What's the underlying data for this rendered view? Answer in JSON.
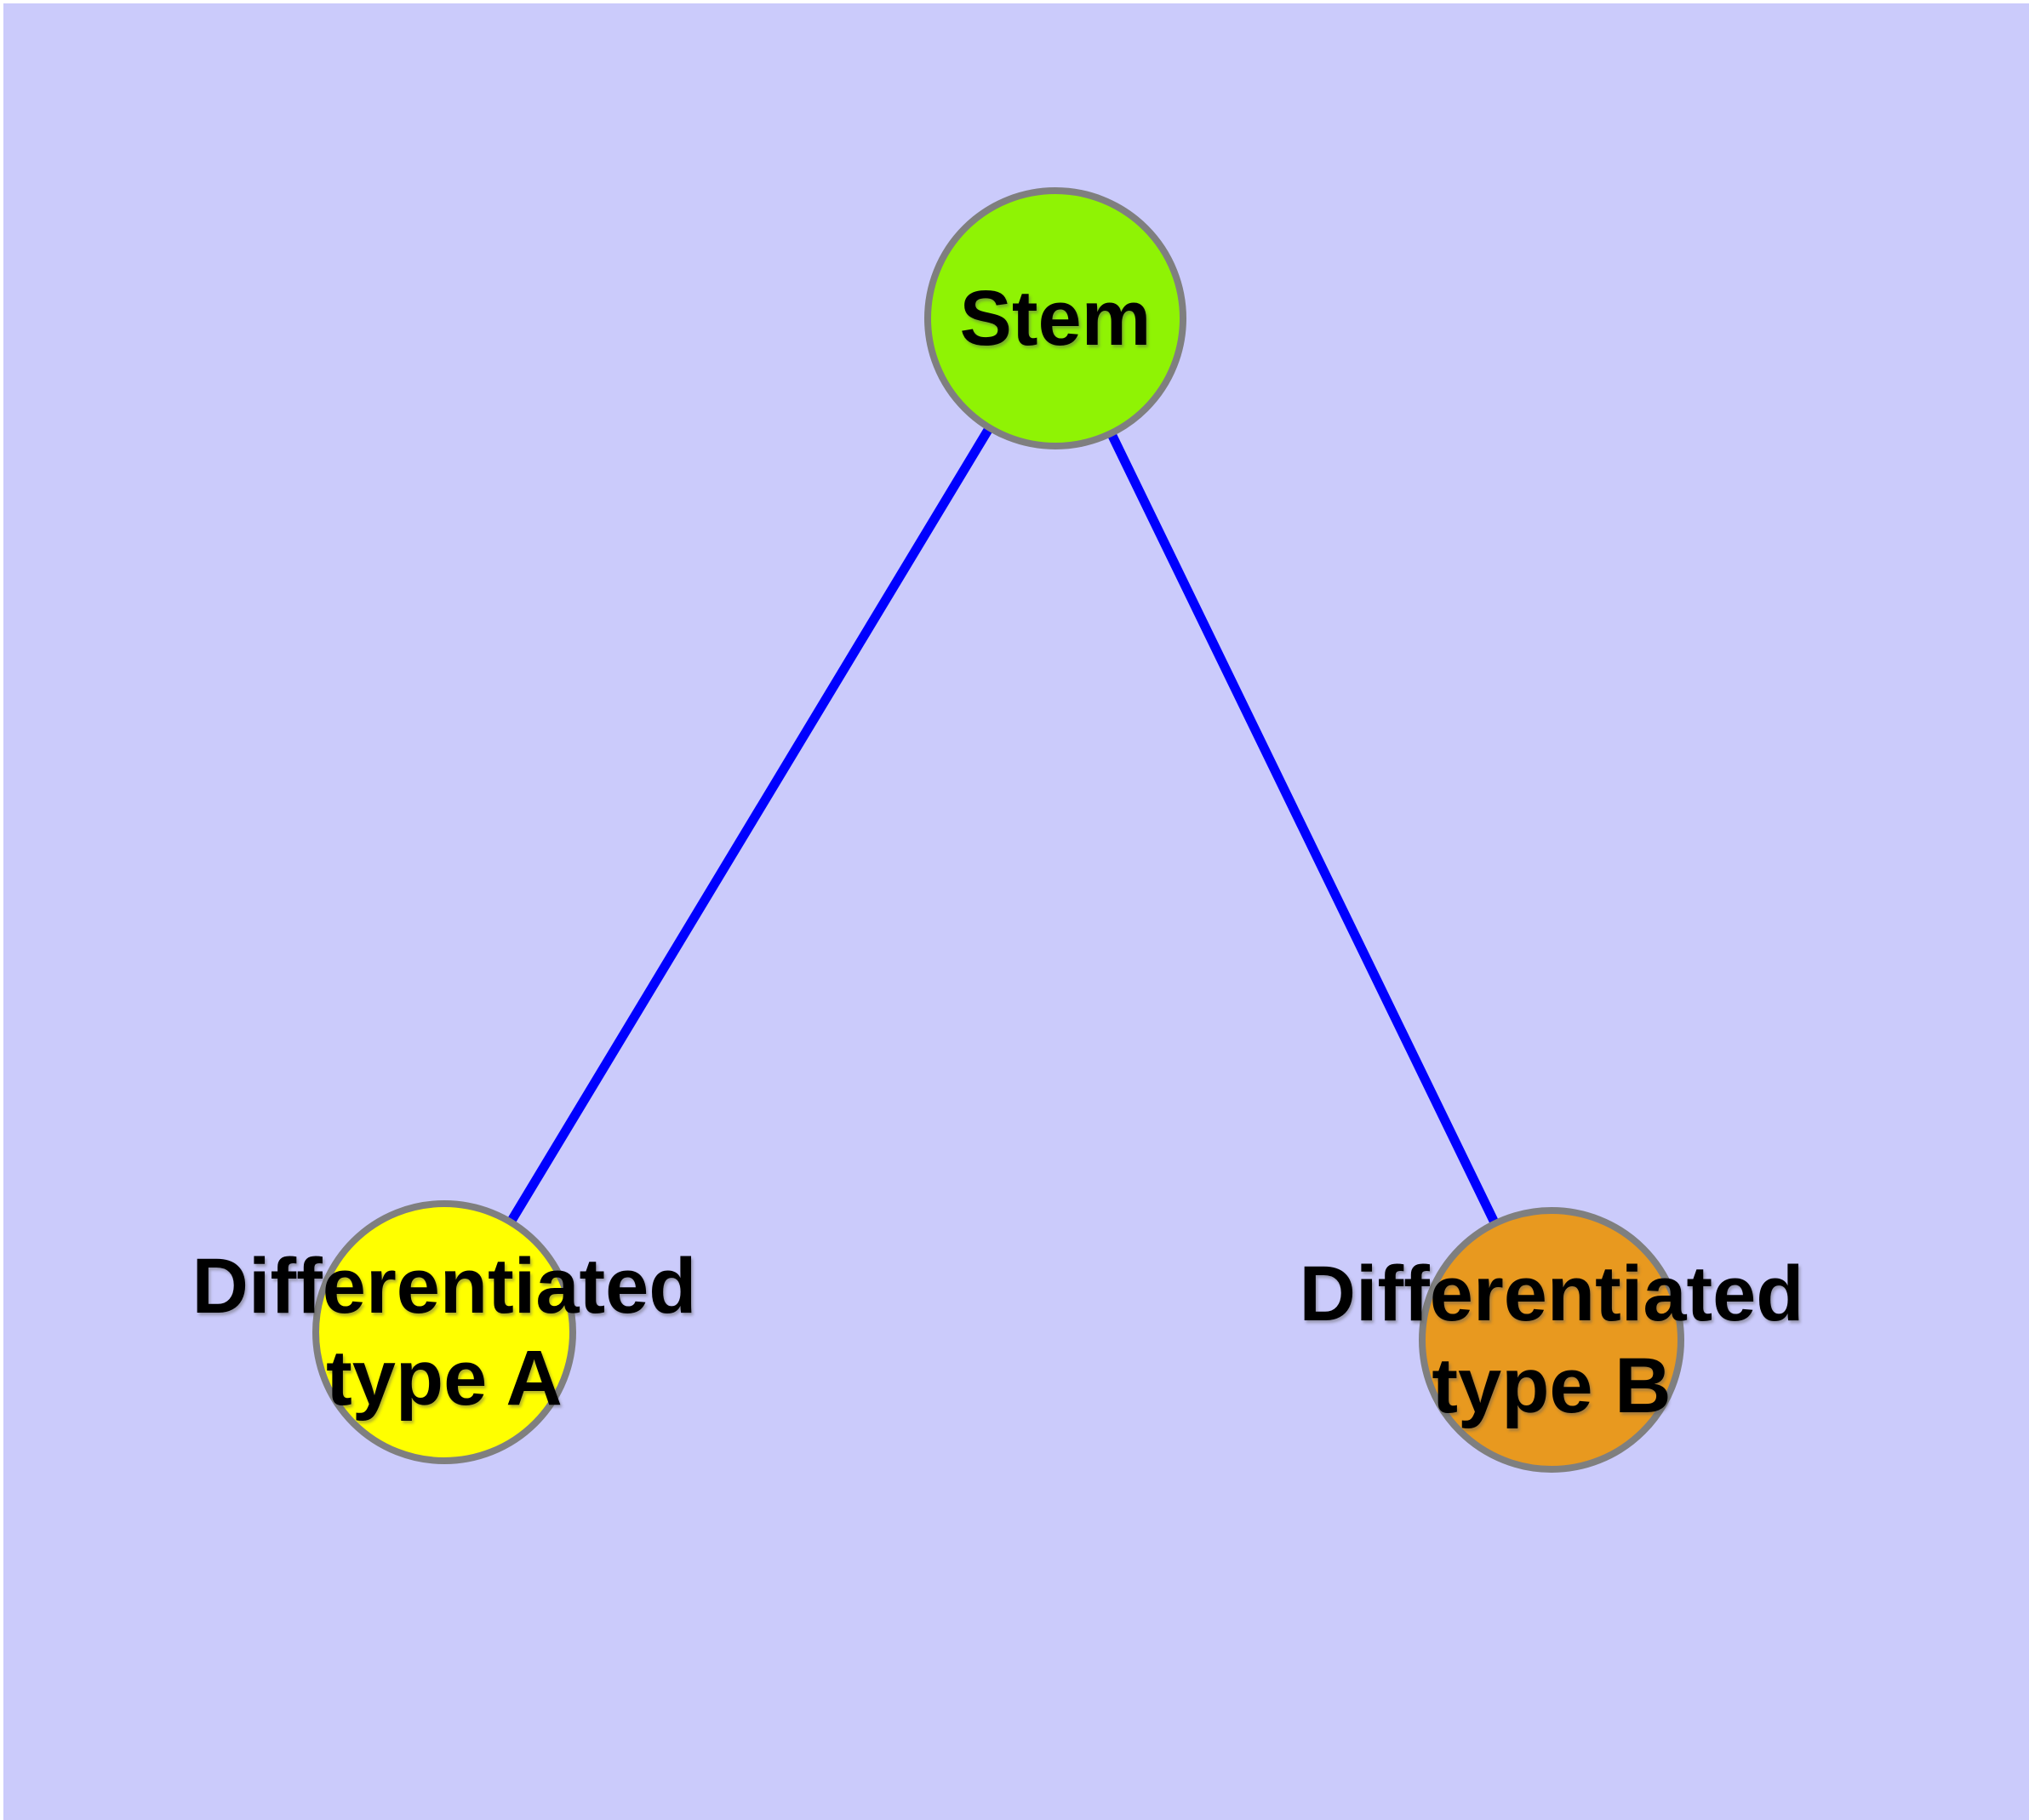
{
  "diagram": {
    "background_color": "#CBCBFB",
    "page_margin_color": "#FFFFFF",
    "edge_color": "#0000FE",
    "node_border_color": "#7F7F7F",
    "text_color": "#000000",
    "nodes": {
      "stem": {
        "label": "Stem",
        "fill": "#8FF304"
      },
      "type_a": {
        "label_line1": "Differentiated",
        "label_line2": "type A",
        "fill": "#FFFF00"
      },
      "type_b": {
        "label_line1": "Differentiated",
        "label_line2": "type B",
        "fill": "#E8991F"
      }
    },
    "edges": [
      {
        "from": "Stem",
        "to": "Differentiated type A"
      },
      {
        "from": "Stem",
        "to": "Differentiated type B"
      }
    ]
  }
}
